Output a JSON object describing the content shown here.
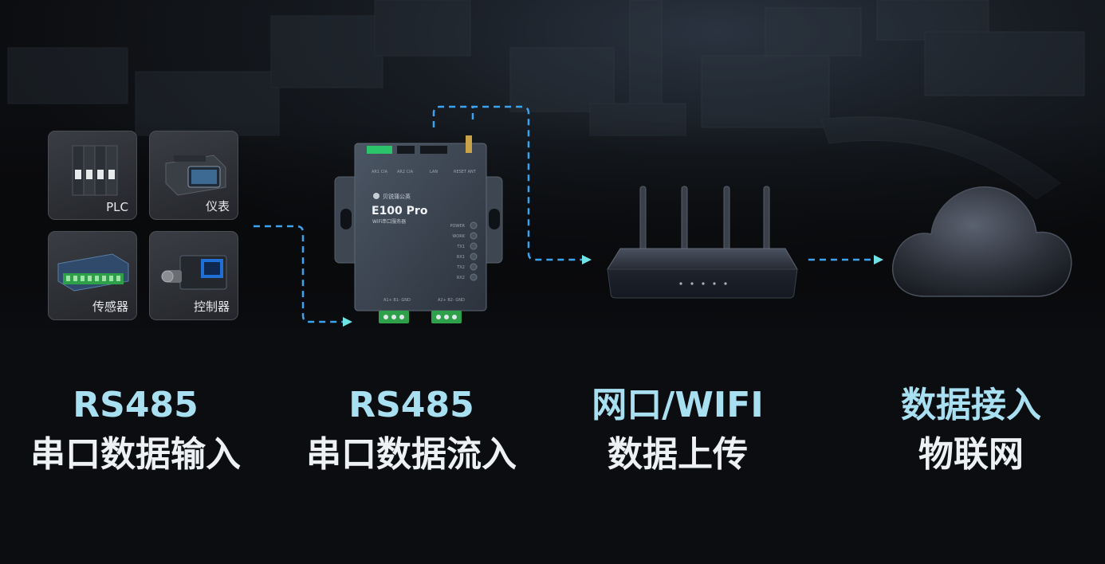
{
  "devices": {
    "plc": "PLC",
    "meter": "仪表",
    "sensor": "传感器",
    "controller": "控制器"
  },
  "server": {
    "brand": "贝锐蒲公英",
    "model": "E100 Pro",
    "subtitle": "WiFi串口服务器",
    "leds": [
      "POWER",
      "WORK",
      "TX1",
      "RX1",
      "TX2",
      "RX2"
    ]
  },
  "captions": [
    {
      "line1": "RS485",
      "line2": "串口数据输入"
    },
    {
      "line1": "RS485",
      "line2": "串口数据流入"
    },
    {
      "line1": "网口/WIFI",
      "line2": "数据上传"
    },
    {
      "line1": "数据接入",
      "line2": "物联网"
    }
  ],
  "colors": {
    "accent": "#3ba3f0",
    "arrow_head": "#6fe3e6",
    "caption_cyan": "#a8e0f2"
  }
}
